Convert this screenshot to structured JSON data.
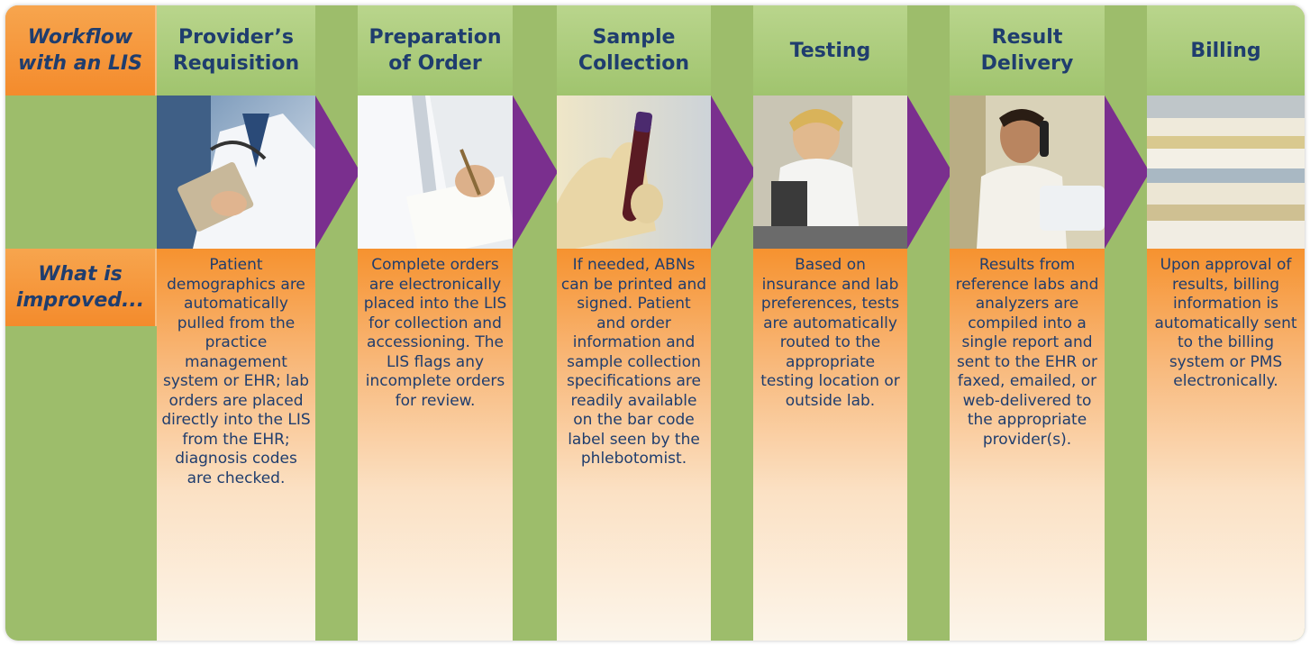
{
  "row_labels": {
    "workflow": "Workflow\nwith an LIS",
    "improved": "What is\nimproved..."
  },
  "steps": [
    {
      "title": "Provider’s\nRequisition",
      "image": "doctor-with-clipboard-photo",
      "description": "Patient demographics are automatically pulled from the practice management system or EHR; lab orders are placed directly into the LIS from the EHR; diagnosis codes are checked."
    },
    {
      "title": "Preparation\nof Order",
      "image": "writing-order-photo",
      "description": "Complete orders are electronically placed into the LIS for collection and accessioning. The LIS flags any incomplete orders for review."
    },
    {
      "title": "Sample\nCollection",
      "image": "blood-sample-tube-photo",
      "description": "If needed, ABNs can be printed and signed. Patient and order information and sample collection specifications are readily available on the bar code label seen by the phlebotomist."
    },
    {
      "title": "Testing",
      "image": "lab-technician-microscope-photo",
      "description": "Based on insurance and lab preferences, tests are automatically routed to the appropriate testing location or outside lab."
    },
    {
      "title": "Result\nDelivery",
      "image": "doctor-on-phone-photo",
      "description": "Results from reference labs and analyzers are compiled into a single report and sent to the EHR or faxed, emailed, or web-delivered to the appropriate provider(s)."
    },
    {
      "title": "Billing",
      "image": "paper-files-stack-photo",
      "description": "Upon approval of results, billing information is automatically sent to the billing system or PMS electronically."
    }
  ],
  "colors": {
    "heading_text": "#1f3d6e",
    "green": "#9dbd6b",
    "orange": "#f48b2c",
    "arrow_purple": "#7a2f8e"
  }
}
